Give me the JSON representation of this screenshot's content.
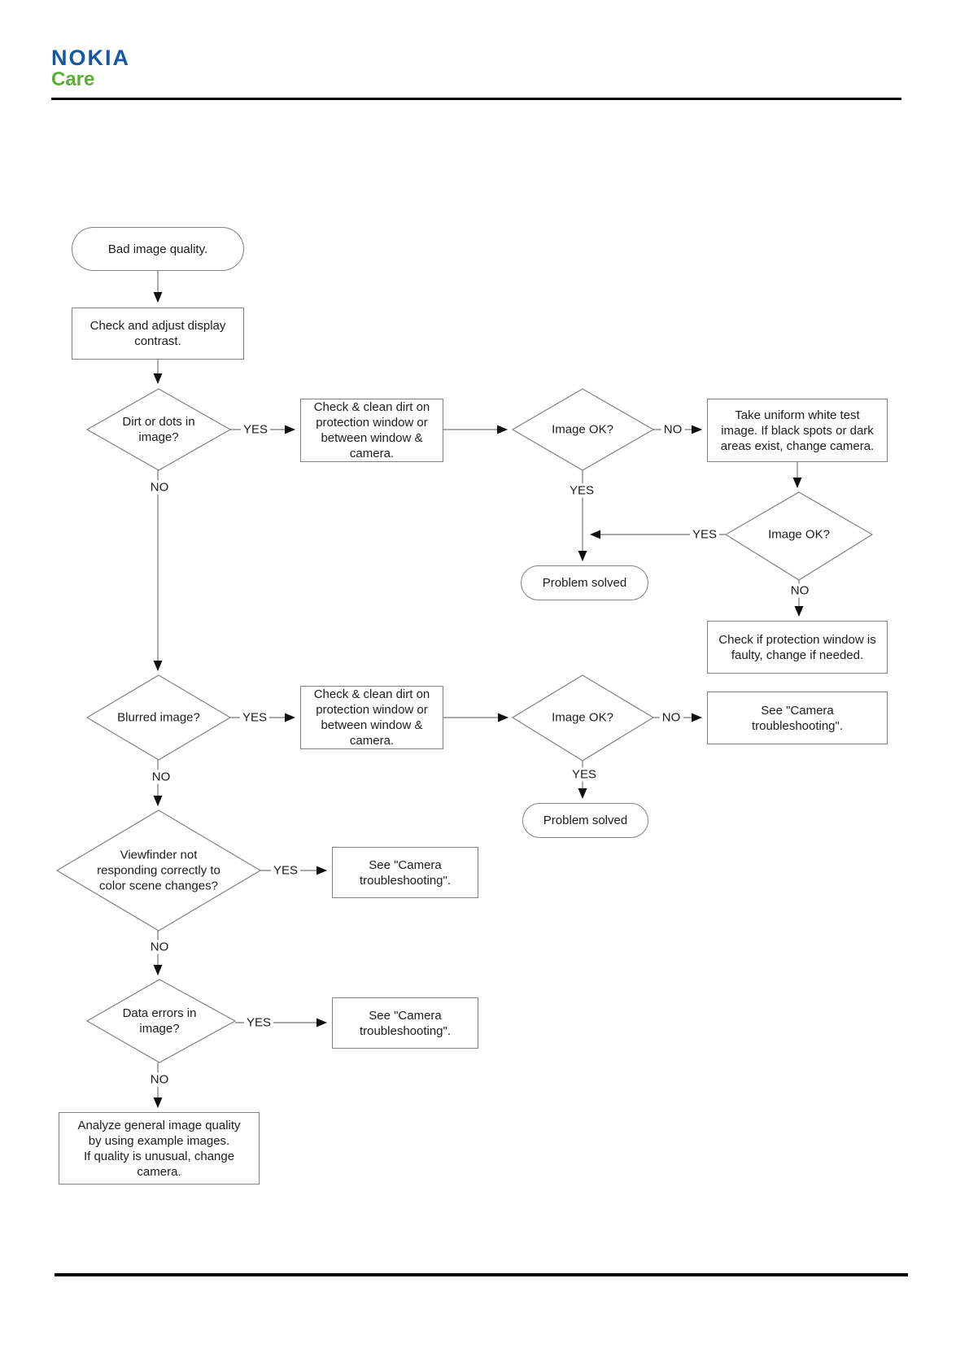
{
  "header": {
    "brand": "NOKIA",
    "sub_brand": "Care"
  },
  "colors": {
    "brand_blue": "#1557a3",
    "brand_green": "#58b033",
    "shape_stroke": "#818181",
    "line_stroke": "#767676",
    "arrowhead": "#101010",
    "text": "#1c1c1c"
  },
  "labels": {
    "yes": "YES",
    "no": "NO"
  },
  "flowchart": {
    "start": "Bad image quality.",
    "adjust_contrast": "Check and adjust display\ncontrast.",
    "dirt_question": "Dirt or dots in\nimage?",
    "clean_dirt": "Check & clean dirt on\nprotection window or\nbetween window & camera.",
    "image_ok": "Image OK?",
    "white_test": "Take uniform white test\nimage. If black spots or dark\nareas exist, change camera.",
    "problem_solved": "Problem solved",
    "check_window": "Check if protection window is\nfaulty, change if needed.",
    "blurred_question": "Blurred image?",
    "camera_troubleshooting": "See \"Camera\ntroubleshooting\".",
    "viewfinder_question": "Viewfinder not\nresponding correctly to\ncolor scene changes?",
    "data_errors_question": "Data errors in\nimage?",
    "analyze": "Analyze general image quality\nby using example images.\nIf quality is unusual, change\ncamera."
  }
}
